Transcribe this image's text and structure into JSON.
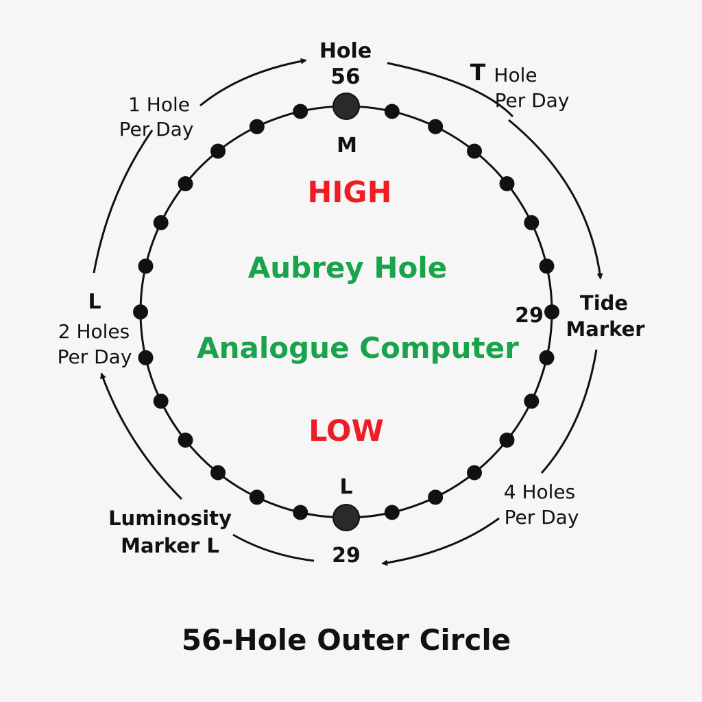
{
  "colors": {
    "background": "#f6f6f6",
    "ink": "#111111",
    "high": "#ee1c25",
    "low": "#ee1c25",
    "center": "#1aa34a"
  },
  "labels": {
    "top_hole_line1": "Hole",
    "top_hole_line2": "56",
    "top_marker": "M",
    "bottom_marker": "L",
    "bottom_hole": "29",
    "right_hole": "29",
    "high": "HIGH",
    "low": "LOW",
    "center_line1": "Aubrey Hole",
    "center_line2": "Analogue Computer",
    "rate_1_line1": "1 Hole",
    "rate_1_line2": "Per Day",
    "rate_t_letter": "T",
    "rate_t_line1": "Hole",
    "rate_t_line2": "Per Day",
    "rate_2_letter": "L",
    "rate_2_line1": "2 Holes",
    "rate_2_line2": "Per Day",
    "rate_4_line1": "4 Holes",
    "rate_4_line2": "Per Day",
    "tide_line1": "Tide",
    "tide_line2": "Marker",
    "lum_line1": "Luminosity",
    "lum_line2": "Marker L",
    "caption": "56-Hole Outer Circle"
  }
}
